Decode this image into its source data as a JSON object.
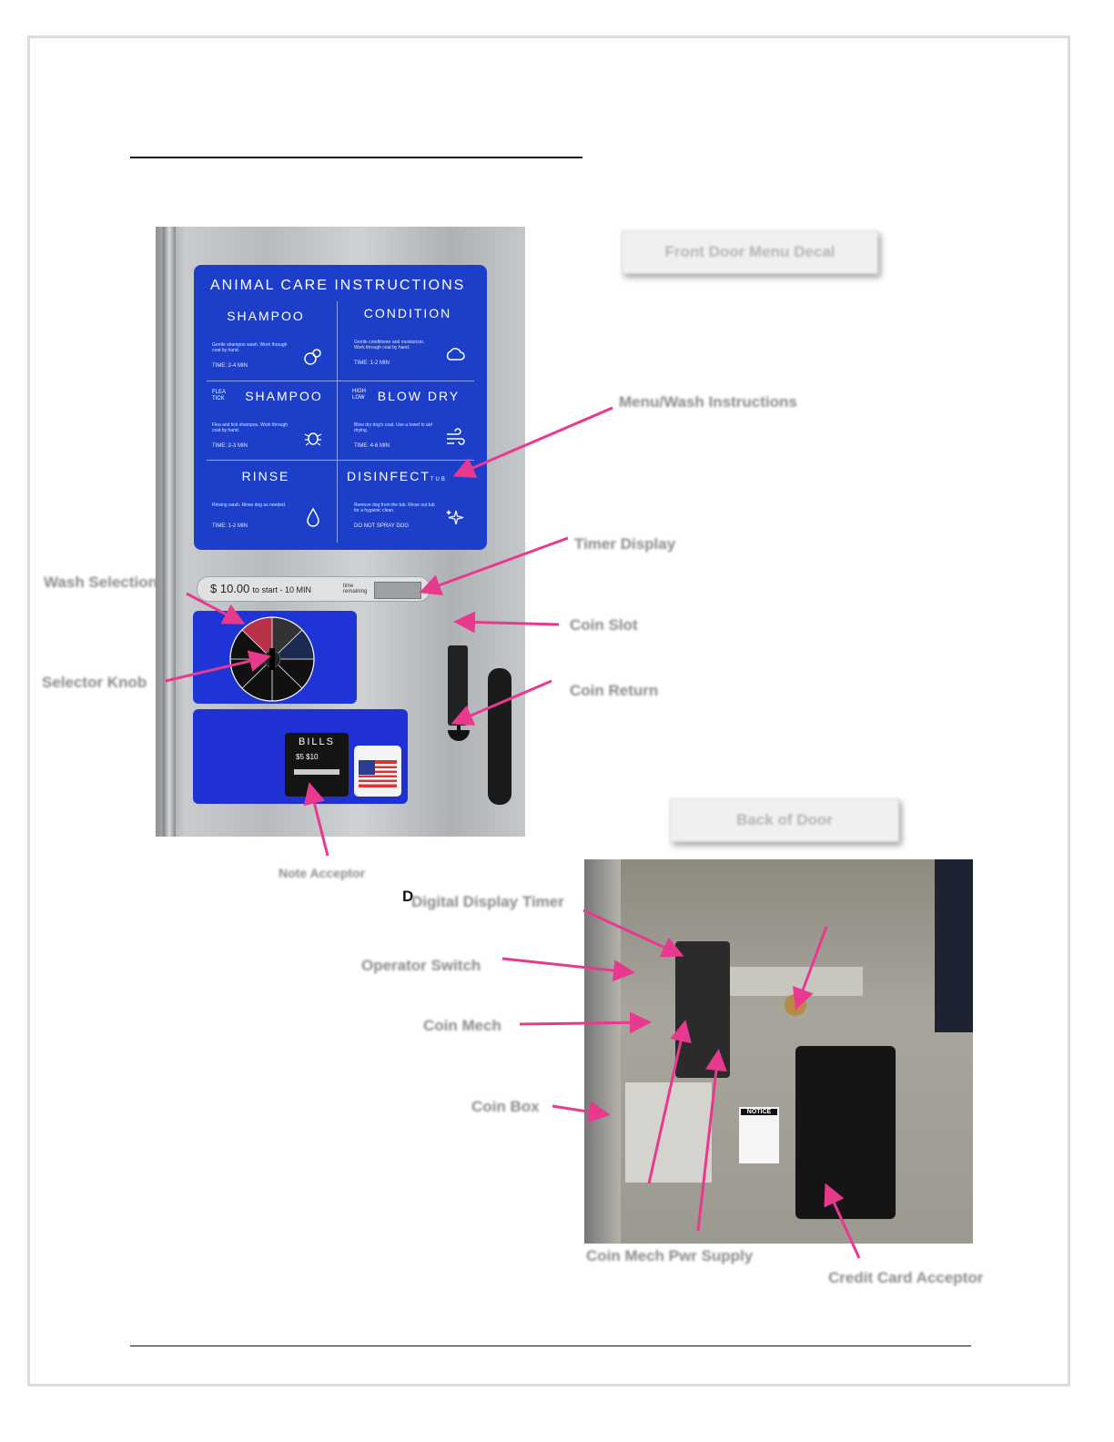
{
  "letter": "D",
  "headings": {
    "front": "Front Door Menu Decal",
    "back": "Back of Door"
  },
  "callouts": {
    "menu": "Menu/Wash Instructions",
    "timer": "Timer Display",
    "coin_slot": "Coin Slot",
    "coin_return": "Coin Return",
    "wash_selection": "Wash Selection",
    "selector_knob": "Selector Knob",
    "note_acceptor": "Note Acceptor",
    "digital_timer": "Digital Display Timer",
    "operator_switch": "Operator Switch",
    "coin_mech": "Coin Mech",
    "coin_box": "Coin Box",
    "coin_mech_power": "Coin Mech Pwr Supply",
    "credit_card": "Credit Card Acceptor"
  },
  "decal": {
    "title": "ANIMAL CARE INSTRUCTIONS",
    "cells": [
      {
        "name": "SHAMPOO",
        "text": "Gentle shampoo wash. Work through coat by hand.",
        "time": "TIME: 2-4 MIN",
        "icon": "bubbles-icon"
      },
      {
        "name": "CONDITION",
        "text": "Gentle conditioner and moisturizer. Work through coat by hand.",
        "time": "TIME: 1-2 MIN",
        "icon": "cloud-icon"
      },
      {
        "name": "SHAMPOO",
        "prefix": "FLEA TICK",
        "text": "Flea and tick shampoo. Work through coat by hand.",
        "time": "TIME: 2-3 MIN",
        "icon": "bug-icon"
      },
      {
        "name": "BLOW DRY",
        "prefix": "HIGH LOW",
        "text": "Blow dry dog's coat. Use a towel to aid drying.",
        "time": "TIME: 4-6 MIN",
        "icon": "wind-icon"
      },
      {
        "name": "RINSE",
        "text": "Rinsing wash. Rinse dog as needed.",
        "time": "TIME: 1-2 MIN",
        "icon": "drop-icon"
      },
      {
        "name": "DISINFECT",
        "suffix": "TUB",
        "text": "Remove dog from the tub. Rinse out tub for a hygienic clean.",
        "time": "DO NOT SPRAY DOG",
        "icon": "sparkle-icon"
      }
    ]
  },
  "timer_bar": {
    "price": "$ 10.00",
    "text": "to start - 10 MIN",
    "remaining": "time remaining"
  },
  "bills": {
    "title": "BILLS",
    "values": "$5 $10"
  },
  "notice": "NOTICE"
}
